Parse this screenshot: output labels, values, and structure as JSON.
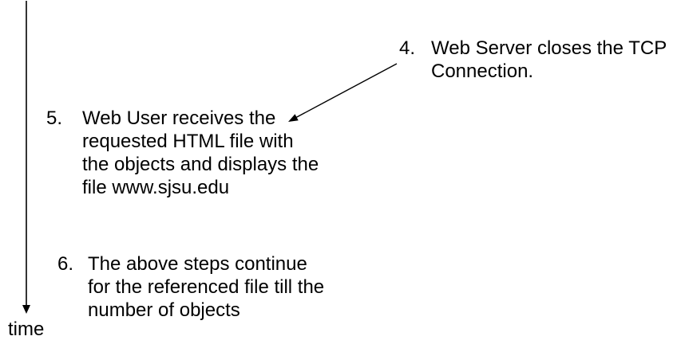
{
  "diagram": {
    "time_axis": {
      "label": "time"
    },
    "steps": [
      {
        "number": "4.",
        "lines": [
          "Web Server closes the TCP",
          "Connection."
        ]
      },
      {
        "number": "5.",
        "lines": [
          "Web User receives the",
          "requested HTML file with",
          "the objects and displays the",
          "file www.sjsu.edu"
        ]
      },
      {
        "number": "6.",
        "lines": [
          "The above steps continue",
          "for the referenced file till the",
          "number of objects"
        ]
      }
    ],
    "arrows": [
      {
        "name": "time-axis-arrow",
        "direction": "down"
      },
      {
        "name": "step4-to-step5-arrow",
        "direction": "down-left"
      }
    ],
    "colors": {
      "ink": "#000000",
      "background": "#ffffff"
    }
  }
}
